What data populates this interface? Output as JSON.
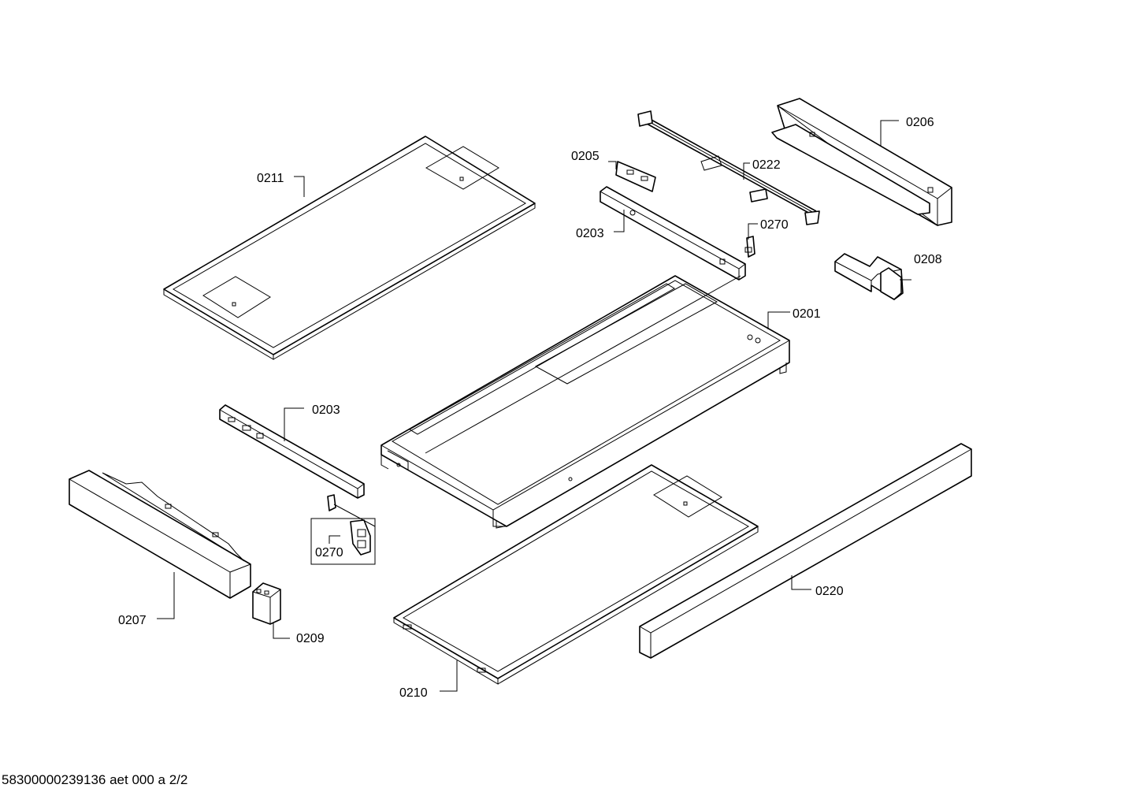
{
  "callouts": {
    "c0211": "0211",
    "c0205": "0205",
    "c0222": "0222",
    "c0206": "0206",
    "c0270_top": "0270",
    "c0203_top": "0203",
    "c0208": "0208",
    "c0201": "0201",
    "c0203_mid": "0203",
    "c0270_low": "0270",
    "c0220": "0220",
    "c0207": "0207",
    "c0209": "0209",
    "c0210": "0210"
  },
  "footer": {
    "document_id": "58300000239136 aet 000 a 2/2"
  }
}
